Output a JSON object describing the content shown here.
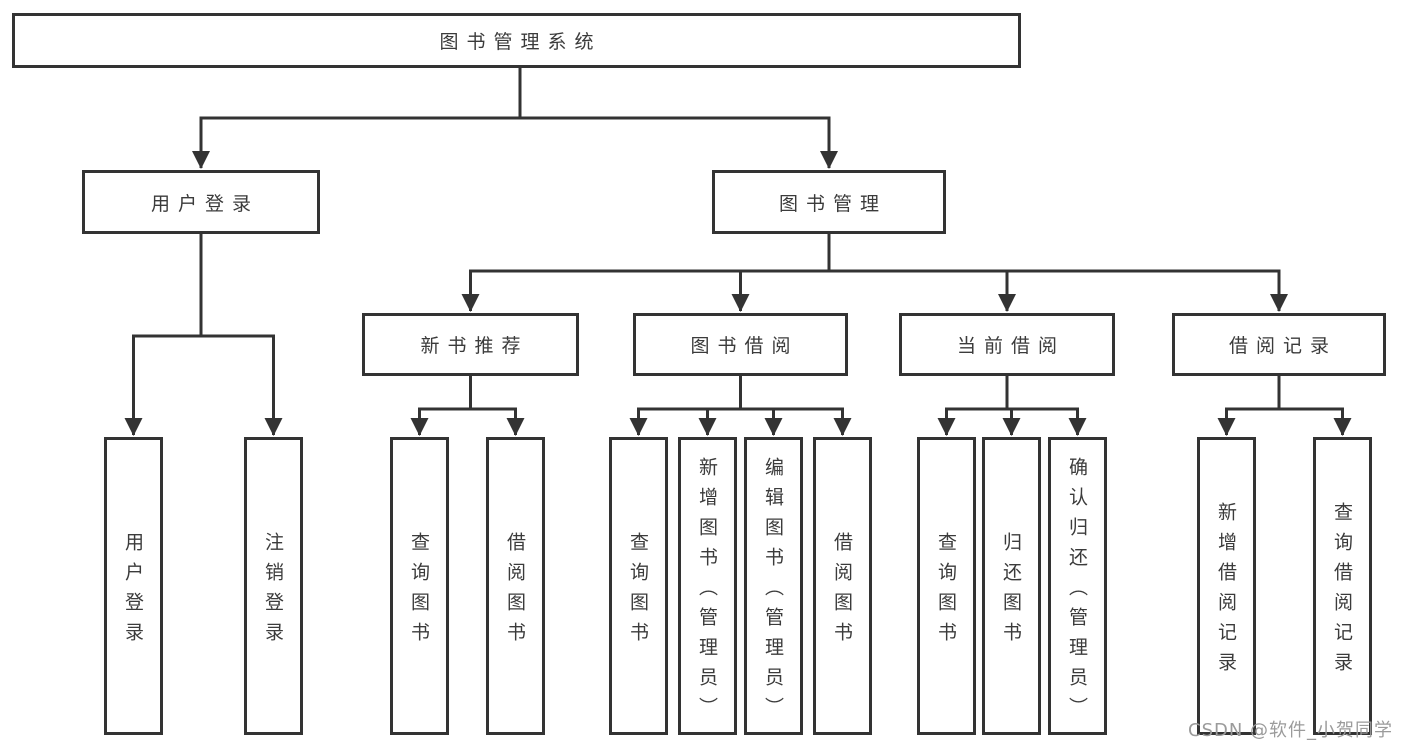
{
  "diagram": {
    "root": {
      "label": "图书管理系统"
    },
    "branches": [
      {
        "label": "用户登录",
        "children": [
          {
            "label": "用户登录"
          },
          {
            "label": "注销登录"
          }
        ]
      },
      {
        "label": "图书管理",
        "children": [
          {
            "label": "新书推荐",
            "children": [
              {
                "label": "查询图书"
              },
              {
                "label": "借阅图书"
              }
            ]
          },
          {
            "label": "图书借阅",
            "children": [
              {
                "label": "查询图书"
              },
              {
                "label": "新增图书（管理员）"
              },
              {
                "label": "编辑图书（管理员）"
              },
              {
                "label": "借阅图书"
              }
            ]
          },
          {
            "label": "当前借阅",
            "children": [
              {
                "label": "查询图书"
              },
              {
                "label": "归还图书"
              },
              {
                "label": "确认归还（管理员）"
              }
            ]
          },
          {
            "label": "借阅记录",
            "children": [
              {
                "label": "新增借阅记录"
              },
              {
                "label": "查询借阅记录"
              }
            ]
          }
        ]
      }
    ]
  },
  "watermark": {
    "text": "CSDN @软件_小贺同学"
  },
  "colors": {
    "line": "#333333",
    "box_border": "#333333",
    "text": "#3b3b3b",
    "watermark": "#9b9b9b",
    "background": "#ffffff"
  }
}
